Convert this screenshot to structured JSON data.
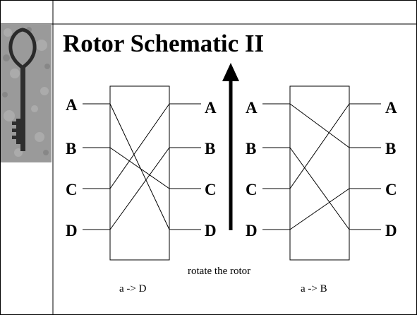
{
  "slide": {
    "title": "Rotor Schematic II",
    "colors": {
      "background": "#ffffff",
      "ink": "#000000",
      "photo_stone": "#9a9a9a"
    },
    "key_image": {
      "icon": "key-photo-icon"
    }
  },
  "diagram": {
    "arrow": {
      "caption": "rotate the rotor",
      "direction": "up"
    },
    "left_rotor": {
      "input_labels": [
        "A",
        "B",
        "C",
        "D"
      ],
      "output_labels": [
        "A",
        "B",
        "C",
        "D"
      ],
      "wiring": [
        {
          "from": "A",
          "to": "D"
        },
        {
          "from": "B",
          "to": "C"
        },
        {
          "from": "C",
          "to": "A"
        },
        {
          "from": "D",
          "to": "B"
        }
      ],
      "caption": "a -> D"
    },
    "right_rotor": {
      "input_labels": [
        "A",
        "B",
        "C",
        "D"
      ],
      "output_labels": [
        "A",
        "B",
        "C",
        "D"
      ],
      "wiring": [
        {
          "from": "A",
          "to": "B"
        },
        {
          "from": "B",
          "to": "D"
        },
        {
          "from": "C",
          "to": "A"
        },
        {
          "from": "D",
          "to": "C"
        }
      ],
      "caption": "a -> B"
    }
  }
}
